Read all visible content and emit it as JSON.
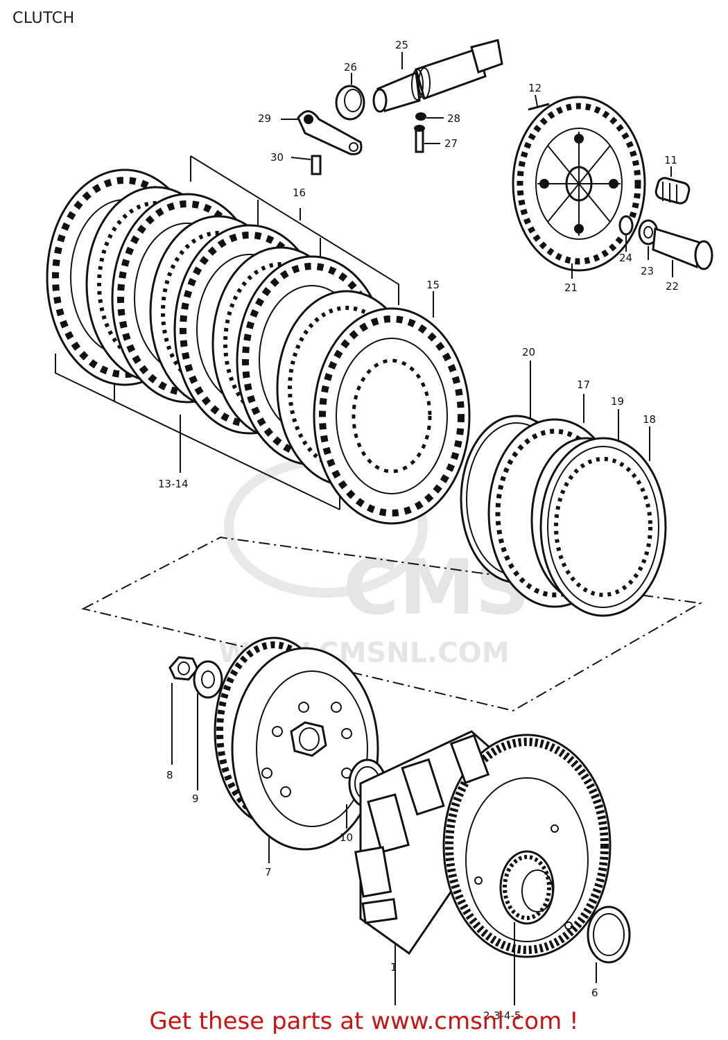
{
  "page": {
    "title": "CLUTCH"
  },
  "watermark": {
    "logo_text": "CMS",
    "url_text": "WWW.CMSNL.COM"
  },
  "promo": {
    "text": "Get these parts at www.cmsnl.com !"
  },
  "part_labels": [
    {
      "key": "25",
      "text": "25"
    },
    {
      "key": "26",
      "text": "26"
    },
    {
      "key": "29",
      "text": "29"
    },
    {
      "key": "28",
      "text": "28"
    },
    {
      "key": "27",
      "text": "27"
    },
    {
      "key": "30",
      "text": "30"
    },
    {
      "key": "12",
      "text": "12"
    },
    {
      "key": "11",
      "text": "11"
    },
    {
      "key": "16",
      "text": "16"
    },
    {
      "key": "15",
      "text": "15"
    },
    {
      "key": "24",
      "text": "24"
    },
    {
      "key": "23",
      "text": "23"
    },
    {
      "key": "22",
      "text": "22"
    },
    {
      "key": "21",
      "text": "21"
    },
    {
      "key": "20",
      "text": "20"
    },
    {
      "key": "17",
      "text": "17"
    },
    {
      "key": "19",
      "text": "19"
    },
    {
      "key": "18",
      "text": "18"
    },
    {
      "key": "13-14",
      "text": "13-14"
    },
    {
      "key": "8",
      "text": "8"
    },
    {
      "key": "9",
      "text": "9"
    },
    {
      "key": "10",
      "text": "10"
    },
    {
      "key": "7",
      "text": "7"
    },
    {
      "key": "1",
      "text": "1"
    },
    {
      "key": "6",
      "text": "6"
    },
    {
      "key": "2-3-4-5",
      "text": "2-3-4-5"
    }
  ]
}
